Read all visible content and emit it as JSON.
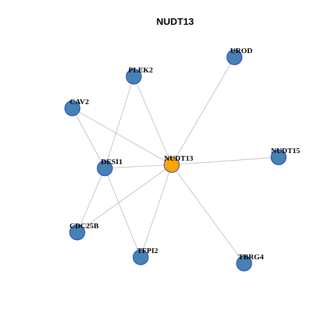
{
  "title": "NUDT13",
  "colors": {
    "hub": "#ffa500",
    "node": "#4682b4",
    "node_border": "#1f3fbf",
    "edge": "#b3b3b3"
  },
  "nodes": [
    {
      "id": "NUDT13",
      "label": "NUDT13",
      "hub": true
    },
    {
      "id": "UROD",
      "label": "UROD"
    },
    {
      "id": "PLEK2",
      "label": "PLEK2"
    },
    {
      "id": "CAV2",
      "label": "CAV2"
    },
    {
      "id": "NUDT15",
      "label": "NUDT15"
    },
    {
      "id": "DESI1",
      "label": "DESI1"
    },
    {
      "id": "CDC25B",
      "label": "CDC25B"
    },
    {
      "id": "TFPI2",
      "label": "TFPI2"
    },
    {
      "id": "TBRG4",
      "label": "TBRG4"
    }
  ],
  "edges": [
    [
      "NUDT13",
      "UROD"
    ],
    [
      "NUDT13",
      "PLEK2"
    ],
    [
      "NUDT13",
      "CAV2"
    ],
    [
      "NUDT13",
      "NUDT15"
    ],
    [
      "NUDT13",
      "DESI1"
    ],
    [
      "NUDT13",
      "CDC25B"
    ],
    [
      "NUDT13",
      "TFPI2"
    ],
    [
      "NUDT13",
      "TBRG4"
    ],
    [
      "DESI1",
      "PLEK2"
    ],
    [
      "DESI1",
      "CAV2"
    ],
    [
      "DESI1",
      "CDC25B"
    ],
    [
      "DESI1",
      "TFPI2"
    ]
  ]
}
